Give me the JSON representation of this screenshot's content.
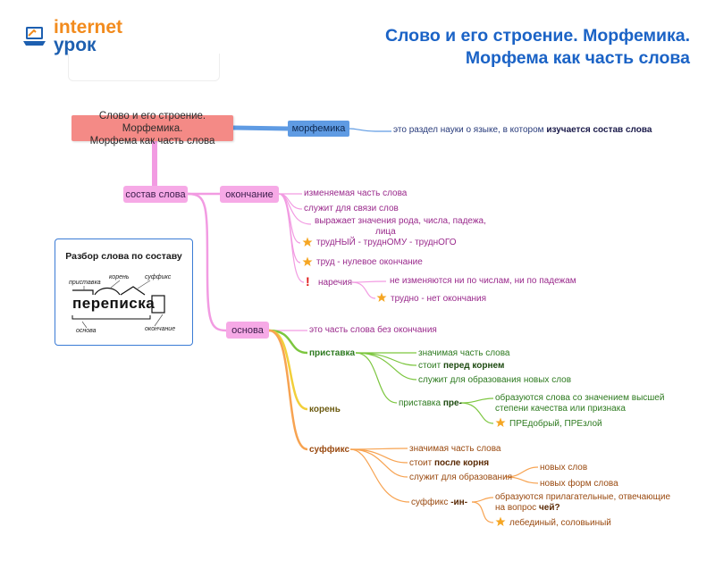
{
  "logo": {
    "line1": "internet",
    "line2": "урок",
    "icon": "laptop-icon"
  },
  "title": {
    "line1": "Слово и его строение. Морфемика.",
    "line2": "Морфема как часть слова"
  },
  "root_node": {
    "line1": "Слово и его строение. Морфемика.",
    "line2": "Морфема как часть слова"
  },
  "morfemika": {
    "label": "морфемика",
    "definition_prefix": "это раздел науки о языке, в котором ",
    "definition_bold": "изучается состав слова"
  },
  "sostav": {
    "label": "состав слова"
  },
  "okonchanie": {
    "label": "окончание",
    "items": [
      "изменяемая часть слова",
      "служит для связи слов"
    ],
    "meaning_line1": "выражает значения рода, числа, падежа,",
    "meaning_line2": "лица",
    "example1": "трудНЫЙ - труднОМУ - труднОГО",
    "example2": "труд - нулевое окончание",
    "adverbs": {
      "label": "наречия",
      "note": "не изменяются ни по числам, ни по падежам",
      "example": "трудно - нет окончания"
    }
  },
  "osnova": {
    "label": "основа",
    "definition": "это часть слова без окончания",
    "pristavka": {
      "label": "приставка",
      "items": [
        "значимая часть слова",
        "служит для образования новых слов"
      ],
      "stoit_prefix": "стоит ",
      "stoit_bold": "перед корнем",
      "pre": {
        "label_prefix": "приставка ",
        "label_bold": "пре-",
        "note_line1": "образуются слова со значением высшей",
        "note_line2": "степени качества или признака",
        "example": "ПРЕдобрый, ПРЕзлой"
      }
    },
    "koren": {
      "label": "корень"
    },
    "suffiks": {
      "label": "суффикс",
      "item1": "значимая часть слова",
      "stoit_prefix": "стоит ",
      "stoit_bold": "после корня",
      "sluzhit": "служит для образования",
      "sub": [
        "новых слов",
        "новых форм слова"
      ],
      "in": {
        "label_prefix": "суффикс ",
        "label_bold": "-ин-",
        "note_line1": "образуются прилагательные, отвечающие",
        "note_line2_prefix": "на вопрос ",
        "note_line2_bold": "чей?",
        "example": "лебединый, соловьиный"
      }
    }
  },
  "panel": {
    "title": "Разбор слова по составу",
    "word": "переписка",
    "labels": {
      "pristavka": "приставка",
      "koren": "корень",
      "suffiks": "суффикс",
      "osnova": "основа",
      "okonchanie": "окончание"
    }
  },
  "colors": {
    "title_blue": "#1b63c6",
    "logo_orange": "#f28b1d",
    "root_fill": "#f48a86",
    "morf_fill": "#5f9be3",
    "pink_fill": "#f6a9e6",
    "pink_line": "#f29be2",
    "green_line": "#7cc63f",
    "yellow_line": "#f2cf3a",
    "orange_line": "#f7a351"
  }
}
